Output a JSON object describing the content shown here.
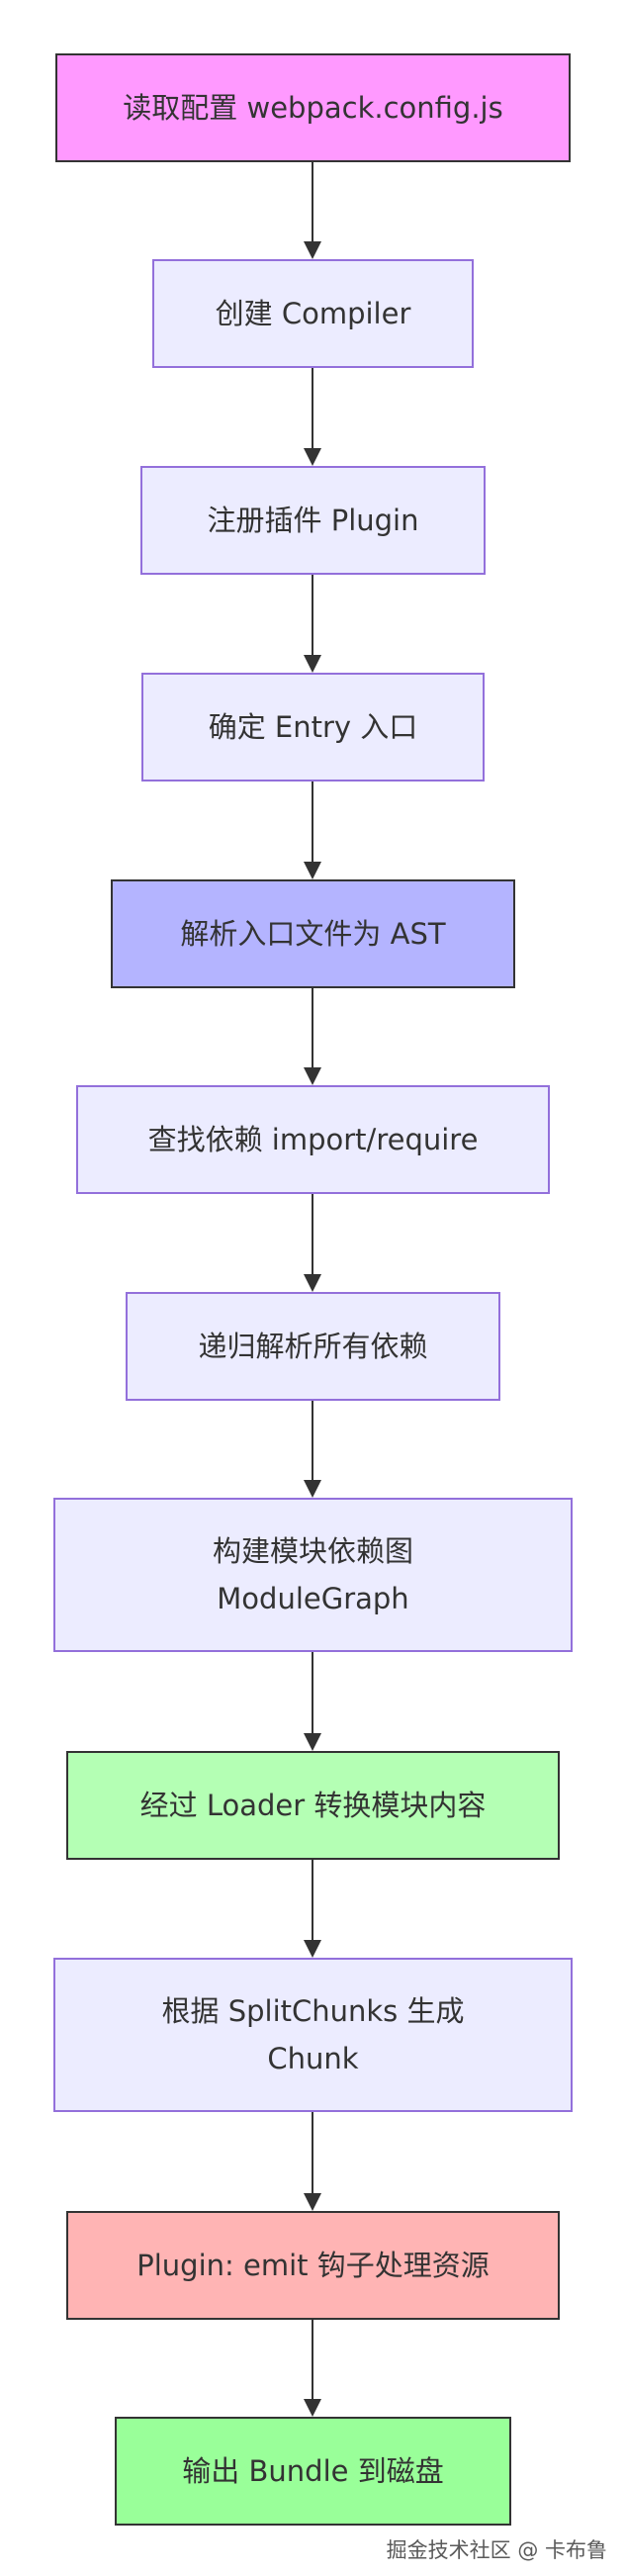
{
  "nodes": [
    {
      "text": "读取配置 webpack.config.js",
      "fill": "#ff99ff"
    },
    {
      "text": "创建 Compiler",
      "fill": "#ececff"
    },
    {
      "text": "注册插件 Plugin",
      "fill": "#ececff"
    },
    {
      "text": "确定 Entry 入口",
      "fill": "#ececff"
    },
    {
      "text": "解析入口文件为 AST",
      "fill": "#b4b4ff"
    },
    {
      "text": "查找依赖 import/require",
      "fill": "#ececff"
    },
    {
      "text": "递归解析所有依赖",
      "fill": "#ececff"
    },
    {
      "text": "构建模块依赖图\nModuleGraph",
      "fill": "#ececff"
    },
    {
      "text": "经过 Loader 转换模块内容",
      "fill": "#b4ffb4"
    },
    {
      "text": "根据 SplitChunks 生成\nChunk",
      "fill": "#ececff"
    },
    {
      "text": "Plugin: emit 钩子处理资源",
      "fill": "#ffb4b4"
    },
    {
      "text": "输出 Bundle 到磁盘",
      "fill": "#99ff99"
    }
  ],
  "watermark": "掘金技术社区 @ 卡布鲁"
}
